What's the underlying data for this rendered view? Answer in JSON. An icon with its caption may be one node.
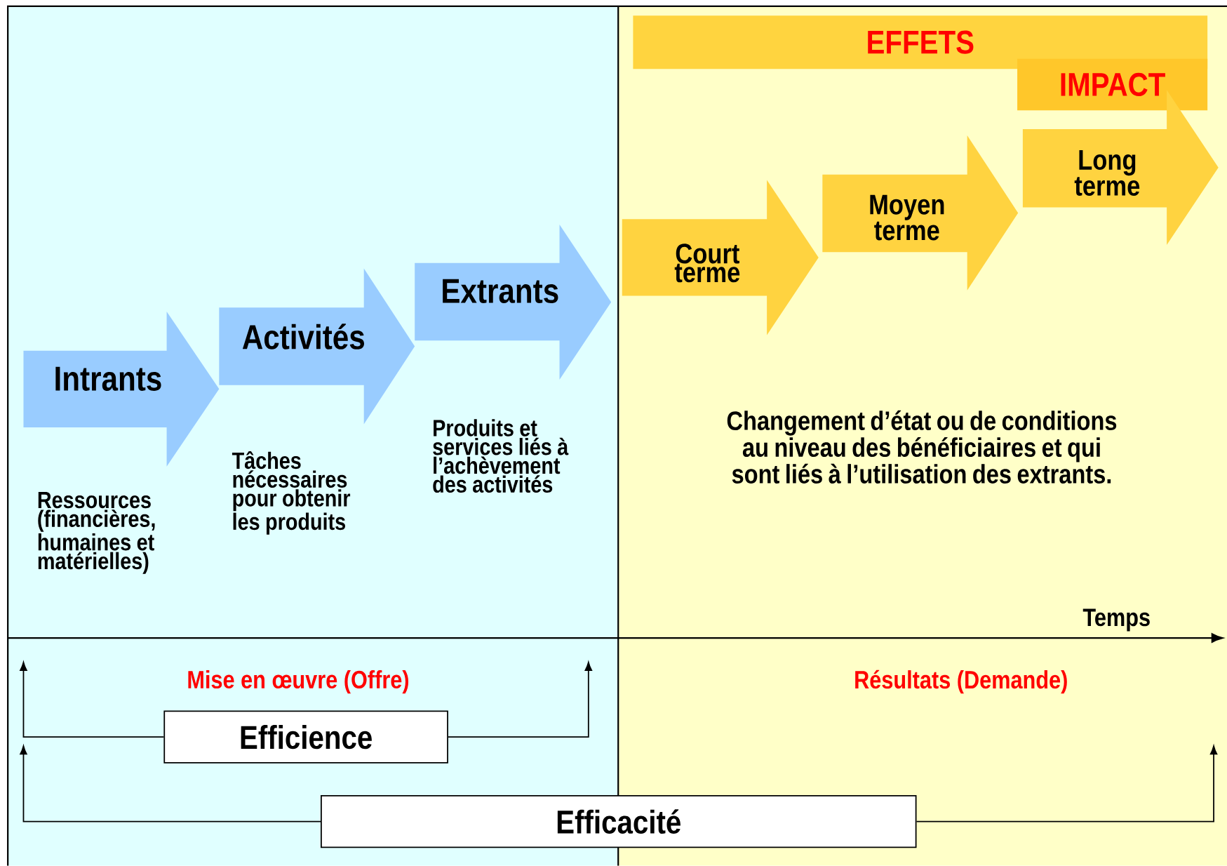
{
  "diagram": {
    "nodes": [
      {
        "text": [
          "Intrants"
        ]
      },
      {
        "text": [
          "Activités"
        ]
      },
      {
        "text": [
          "Extrants"
        ]
      },
      {
        "text": [
          "EFFETS"
        ]
      },
      {
        "text": [
          "IMPACT"
        ]
      },
      {
        "text": [
          "Court terme"
        ]
      },
      {
        "text": [
          "Moyen terme"
        ]
      },
      {
        "text": [
          "Long terme"
        ]
      },
      {
        "text": [
          "Efficience"
        ]
      },
      {
        "text": [
          "Efficacité"
        ]
      }
    ],
    "edges": [
      {
        "from": 8,
        "to": null,
        "arrow": "to"
      },
      {
        "from": 8,
        "to": null,
        "arrow": "to"
      },
      {
        "from": 9,
        "to": null,
        "arrow": "to"
      },
      {
        "from": 9,
        "to": null,
        "arrow": "to"
      }
    ],
    "labels": [
      "Ressources (financières, humaines et matérielles)",
      "Tâches nécessaires pour obtenir les produits",
      "Produits et services liés à l’achèvement des activités",
      "Changement d’état ou de conditions au niveau des bénéficiaires et qui sont liés à l’utilisation des extrants.",
      "Temps",
      "Mise en œuvre (Offre)",
      "Résultats (Demande)"
    ]
  }
}
